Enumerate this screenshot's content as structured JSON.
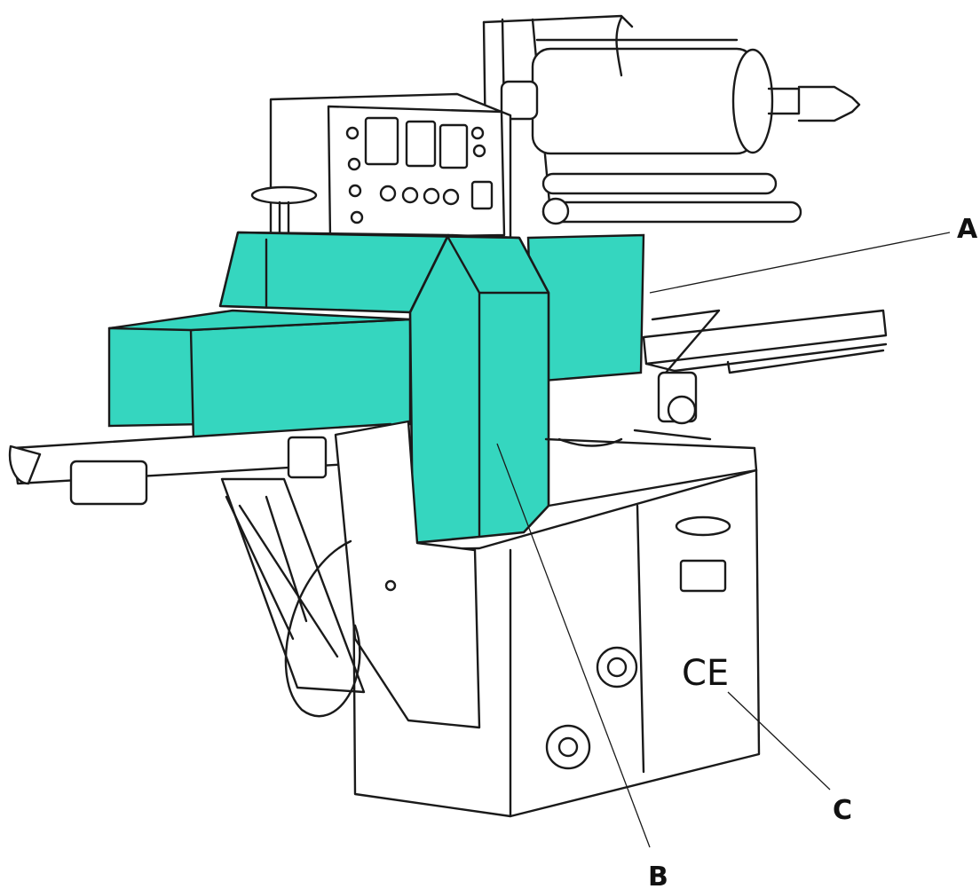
{
  "colors": {
    "accent": "#35d6bf",
    "ink": "#1a1a1a",
    "background": "#ffffff"
  },
  "callouts": [
    {
      "id": "A",
      "label": "A"
    },
    {
      "id": "B",
      "label": "B"
    },
    {
      "id": "C",
      "label": "C"
    }
  ],
  "marking": {
    "label": "CE"
  }
}
